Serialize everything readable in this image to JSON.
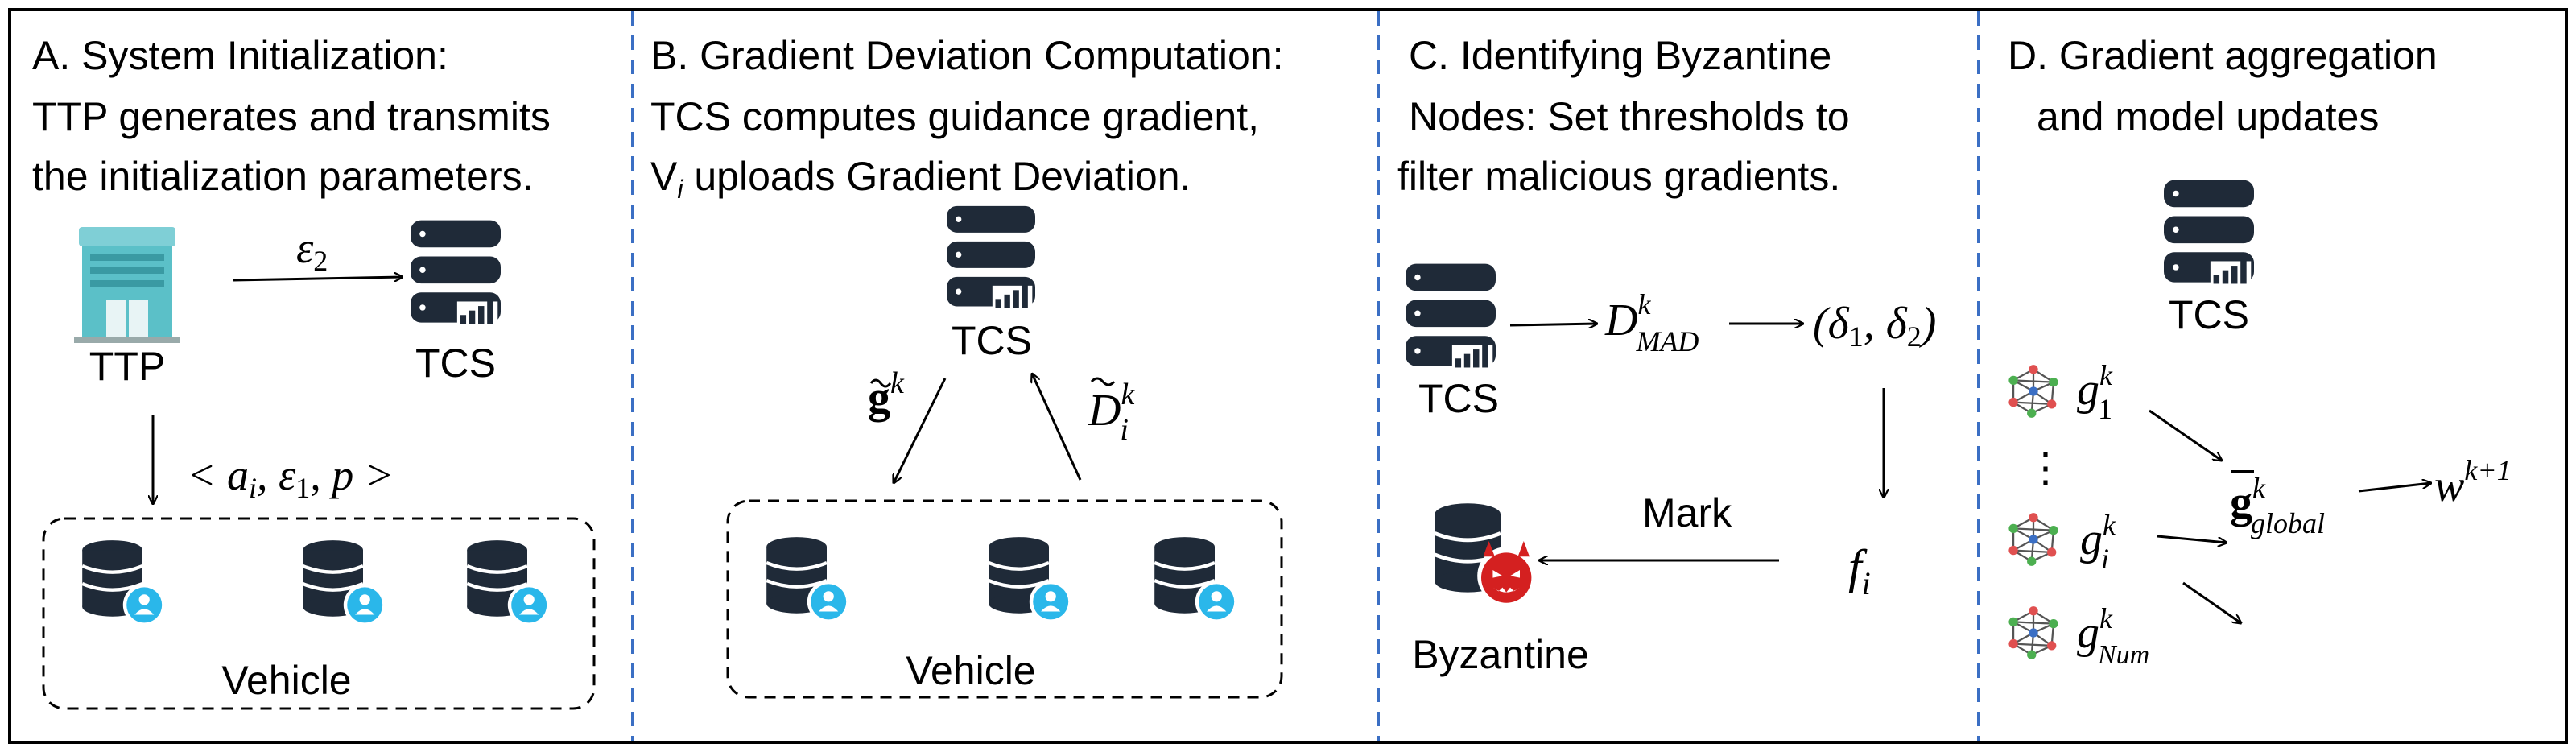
{
  "panels": {
    "a": {
      "title_line1": "A. System Initialization:",
      "title_line2": "TTP generates and transmits",
      "title_line3": "the initialization parameters.",
      "ttp_label": "TTP",
      "tcs_label": "TCS",
      "vehicle_label": "Vehicle"
    },
    "b": {
      "title_line1": "B. Gradient Deviation Computation:",
      "title_line2": "TCS computes guidance gradient,",
      "title_line3_v": "V",
      "title_line3_i": "i",
      "title_line3_rest": " uploads Gradient Deviation.",
      "tcs_label": "TCS",
      "vehicle_label": "Vehicle"
    },
    "c": {
      "title_line1": "C. Identifying Byzantine",
      "title_line2": "Nodes: Set thresholds to",
      "title_line3": "filter malicious gradients.",
      "tcs_label": "TCS",
      "mark_label": "Mark",
      "byzantine_label": "Byzantine"
    },
    "d": {
      "title_line1": "D. Gradient aggregation",
      "title_line2": "and model updates",
      "tcs_label": "TCS",
      "dots": "⋮"
    }
  },
  "colors": {
    "border": "#000000",
    "divider": "#3b6fc4",
    "db_dark": "#1f2a38",
    "user_badge": "#2ab7ea",
    "devil_red": "#d42020",
    "node_green": "#4caf50",
    "node_red": "#e05050",
    "node_gray": "#555555",
    "ttp_teal": "#5bc0c8"
  },
  "math": {
    "eps2": "ε",
    "eps2_sub": "2",
    "params_tuple": "< a",
    "params_i": "i",
    "params_rest": ", ε",
    "params_one": "1",
    "params_end": ", p >",
    "g_tilde": "g",
    "g_sup": "k",
    "d_tilde": "D",
    "d_sup": "k",
    "d_sub": "i",
    "d_mad": "D",
    "d_mad_sup": "k",
    "d_mad_sub": "MAD",
    "delta_tuple_open": "(δ",
    "delta_one": "1",
    "delta_mid": ", δ",
    "delta_two": "2",
    "delta_close": ")",
    "f": "f",
    "f_sub": "i",
    "g1": "g",
    "g1_sup": "k",
    "g1_sub": "1",
    "gi": "g",
    "gi_sup": "k",
    "gi_sub": "i",
    "gnum": "g",
    "gnum_sup": "k",
    "gnum_sub": "Num",
    "gglobal": "g",
    "gglobal_sup": "k",
    "gglobal_sub": "global",
    "w": "w",
    "w_sup": "k+1"
  },
  "icons": [
    "ttp-building-icon",
    "server-database-icon",
    "vehicle-database-user-icon",
    "byzantine-devil-database-icon",
    "network-node-icon"
  ]
}
